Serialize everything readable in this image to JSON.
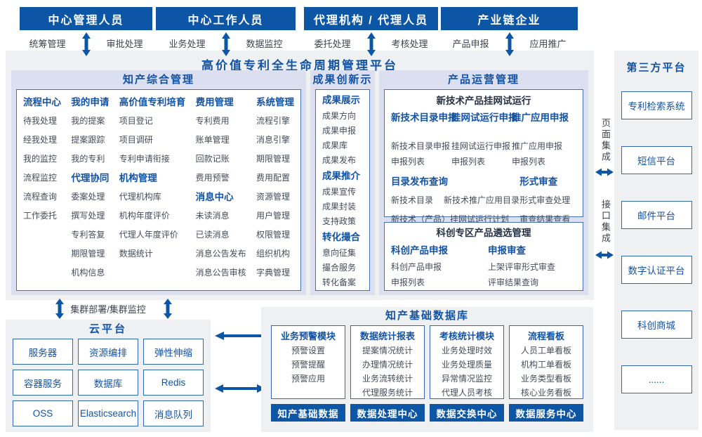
{
  "palette": {
    "primary_blue": "#0d56a6",
    "text_blue": "#1353a6",
    "item_gray": "#454c58",
    "panel_lavender": "#dbdff0",
    "panel_gray": "#eef0f1",
    "box_border": "#2f6ab0"
  },
  "top_roles": [
    {
      "title": "中心管理人员",
      "left": "统筹管理",
      "right": "审批处理"
    },
    {
      "title": "中心工作人员",
      "left": "业务处理",
      "right": "数据监控"
    },
    {
      "title": "代理机构 / 代理人员",
      "left": "委托处理",
      "right": "考核处理"
    },
    {
      "title": "产业链企业",
      "left": "产品申报",
      "right": "应用推广"
    }
  ],
  "platform": {
    "title": "高价值专利全生命周期管理平台",
    "sections": {
      "zczh": {
        "title": "知产综合管理",
        "columns": [
          {
            "groups": [
              {
                "title": "流程中心",
                "items": [
                  "待我处理",
                  "经我处理",
                  "我的监控",
                  "流程监控",
                  "流程查询",
                  "工作委托"
                ]
              }
            ]
          },
          {
            "groups": [
              {
                "title": "我的申请",
                "items": [
                  "我的提案",
                  "提案跟踪",
                  "我的专利"
                ]
              },
              {
                "title": "代理协同",
                "items": [
                  "委案处理",
                  "撰写处理",
                  "专利答复",
                  "期限管理",
                  "机构信息"
                ]
              }
            ]
          },
          {
            "groups": [
              {
                "title": "高价值专利培育",
                "items": [
                  "项目登记",
                  "项目调研",
                  "专利申请衔接"
                ]
              },
              {
                "title": "机构管理",
                "items": [
                  "代理机构库",
                  "机构年度评价",
                  "代理人年度评价",
                  "数据统计"
                ]
              }
            ]
          },
          {
            "groups": [
              {
                "title": "费用管理",
                "items": [
                  "专利费用",
                  "账单管理",
                  "回款记账",
                  "费用预警"
                ]
              },
              {
                "title": "消息中心",
                "items": [
                  "未读消息",
                  "已读消息",
                  "消息公告发布",
                  "消息公告审核"
                ]
              }
            ]
          },
          {
            "groups": [
              {
                "title": "系统管理",
                "items": [
                  "流程引擎",
                  "消息引擎",
                  "期限管理",
                  "费用配置",
                  "资源管理",
                  "用户管理",
                  "权限管理",
                  "组织机构",
                  "字典管理"
                ]
              }
            ]
          }
        ]
      },
      "cgcx": {
        "title": "成果创新示范",
        "groups": [
          {
            "title": "成果展示",
            "items": [
              "成果方向",
              "成果申报",
              "成果库",
              "成果发布"
            ]
          },
          {
            "title": "成果推介",
            "items": [
              "成果宣传",
              "成果封装",
              "支持政策"
            ]
          },
          {
            "title": "转化撮合",
            "items": [
              "意向征集",
              "撮合服务",
              "转化备案"
            ]
          }
        ]
      },
      "cpyy": {
        "title": "产品运营管理",
        "box1": {
          "title": "新技术产品挂网试运行",
          "cols": [
            {
              "title": "新技术目录申报",
              "items": [
                "新技术目录申报",
                "申报列表"
              ]
            },
            {
              "title": "挂网试运行申报",
              "items": [
                "挂网试运行申报",
                "申报列表"
              ]
            },
            {
              "title": "推广应用申报",
              "items": [
                "推广应用申报",
                "申报列表"
              ]
            }
          ],
          "catalog": {
            "title": "目录发布查询",
            "row1": [
              "新技术目录",
              "新技术推广应用目录"
            ],
            "row2": "新技术（产品）挂网试运行计划"
          },
          "review": {
            "title": "形式审查",
            "items": [
              "形式审查处理",
              "审查结果查看"
            ]
          }
        },
        "box2": {
          "title": "科创专区产品遴选管理",
          "cols": [
            {
              "title": "科创产品申报",
              "items": [
                "科创产品申报",
                "申报列表"
              ]
            },
            {
              "title": "申报审查",
              "items": [
                "上架评审形式审查",
                "评审结果查询"
              ]
            }
          ]
        }
      }
    }
  },
  "integration": {
    "page": "页面集成",
    "interface": "接口集成"
  },
  "third_party": {
    "title": "第三方平台",
    "boxes": [
      "专利检索系统",
      "短信平台",
      "邮件平台",
      "数字认证平台",
      "科创商城",
      "......"
    ]
  },
  "cluster_label": "集群部署/集群监控",
  "cloud": {
    "title": "云平台",
    "boxes": [
      "服务器",
      "资源编排",
      "弹性伸缩",
      "容器服务",
      "数据库",
      "Redis",
      "OSS",
      "Elasticsearch",
      "消息队列"
    ]
  },
  "database": {
    "title": "知产基础数据库",
    "modules": [
      {
        "title": "业务预警模块",
        "items": [
          "预警设置",
          "预警提醒",
          "预警应用"
        ],
        "footer": "知产基础数据"
      },
      {
        "title": "数据统计报表",
        "items": [
          "提案情况统计",
          "办理情况统计",
          "业务流转统计",
          "代理服务统计"
        ],
        "footer": "数据处理中心"
      },
      {
        "title": "考核统计模块",
        "items": [
          "业务处理时效",
          "业务处理质量",
          "异常情况监控",
          "代理人员考核"
        ],
        "footer": "数据交换中心"
      },
      {
        "title": "流程看板",
        "items": [
          "人员工单看板",
          "机构工单看板",
          "业务类型看板",
          "核心业务看板"
        ],
        "footer": "数据服务中心"
      }
    ]
  }
}
